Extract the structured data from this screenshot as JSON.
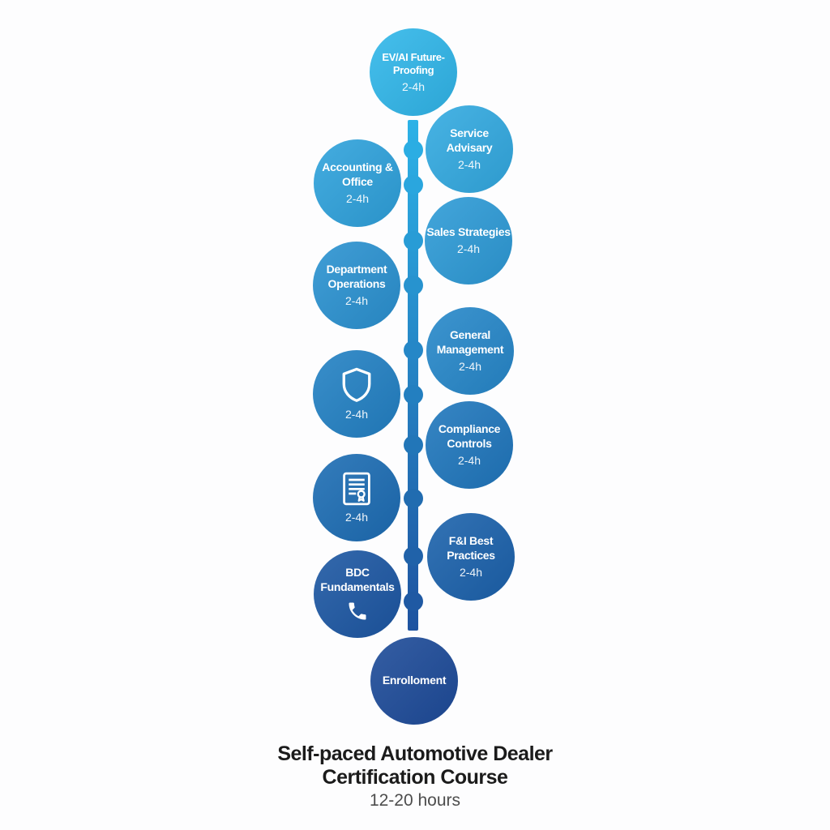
{
  "page": {
    "background": "#fdfdfe"
  },
  "timeline": {
    "line_color_top": "#2cb2e7",
    "line_color_bottom": "#1e53a0",
    "dot_colors": [
      "#2bade3",
      "#2aa6de",
      "#289cd6",
      "#2793cf",
      "#2587c7",
      "#237fc0",
      "#2276b8",
      "#216cb0",
      "#2062a9",
      "#1f59a3"
    ],
    "modules": [
      {
        "title": "EV/AI Future-Proofing",
        "duration": "2-4h",
        "color": "#31b8ea"
      },
      {
        "title": "Service Advisary",
        "duration": "2-4h",
        "color": "#33abe1"
      },
      {
        "title": "Accounting & Office",
        "duration": "2-4h",
        "color": "#2fa3dc"
      },
      {
        "title": "Sales Strategies",
        "duration": "2-4h",
        "color": "#2e9cd7"
      },
      {
        "title": "Department Operations",
        "duration": "2-4h",
        "color": "#2b93d1"
      },
      {
        "title": "General Management",
        "duration": "2-4h",
        "color": "#2789ca"
      },
      {
        "title": "",
        "duration": "2-4h",
        "color": "#2382c4",
        "icon": "shield-icon"
      },
      {
        "title": "Compliance Controls",
        "duration": "2-4h",
        "color": "#2078bd"
      },
      {
        "title": "",
        "duration": "2-4h",
        "color": "#1d6eb4",
        "icon": "certificate-icon"
      },
      {
        "title": "F&I Best Practices",
        "duration": "2-4h",
        "color": "#1c63ac"
      },
      {
        "title": "BDC Fundamentals",
        "duration": "",
        "color": "#1d58a3",
        "icon": "phone-icon"
      },
      {
        "title": "Enrolloment",
        "duration": "",
        "color": "#1e4c99"
      }
    ]
  },
  "footer": {
    "title_line1": "Self-paced Automotive Dealer",
    "title_line2": "Certification Course",
    "subtitle": "12-20 hours"
  }
}
